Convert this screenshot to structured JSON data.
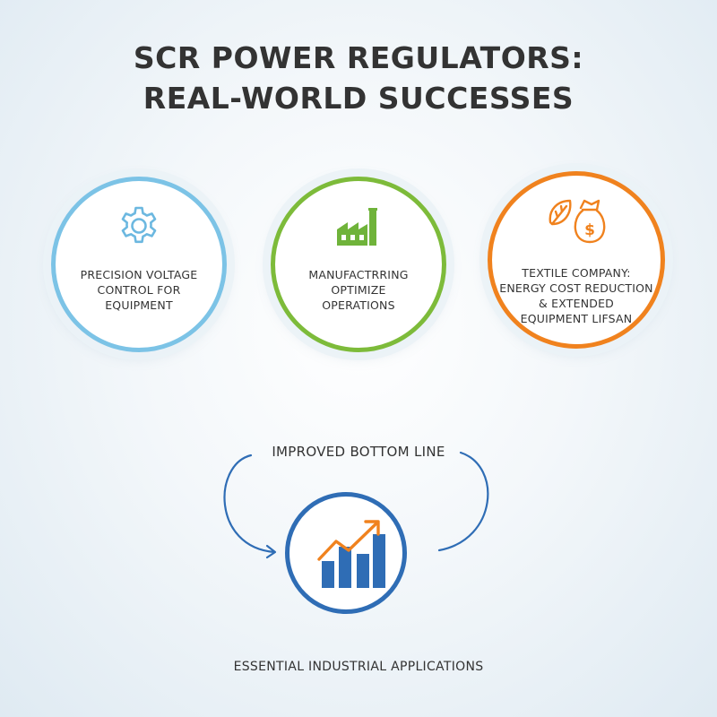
{
  "title": {
    "line1": "SCR POWER REGULATORS:",
    "line2": "REAL-WORLD SUCCESSES"
  },
  "cards": [
    {
      "icon": "gear-icon",
      "color": "#7cc3e6",
      "lines": [
        "PRECISION VOLTAGE",
        "CONTROL FOR",
        "EQUIPMENT"
      ]
    },
    {
      "icon": "factory-icon",
      "color": "#7dbb3a",
      "lines": [
        "MANUFACTRRING",
        "OPTIMIZE",
        "OPERATIONS"
      ]
    },
    {
      "icon": "leaf-money-bag-icon",
      "color": "#f0821e",
      "lines": [
        "TEXTILE COMPANY:",
        "ENERGY COST REDUCTION",
        "& EXTENDED",
        "EQUIPMENT LIFSAN"
      ]
    }
  ],
  "cycle": {
    "label": "IMPROVED BOTTOM LINE",
    "icon": "bar-chart-growth-icon",
    "circle_color": "#2f6db5",
    "arrow_color": "#f0821e"
  },
  "footer": "ESSENTIAL INDUSTRIAL APPLICATIONS"
}
